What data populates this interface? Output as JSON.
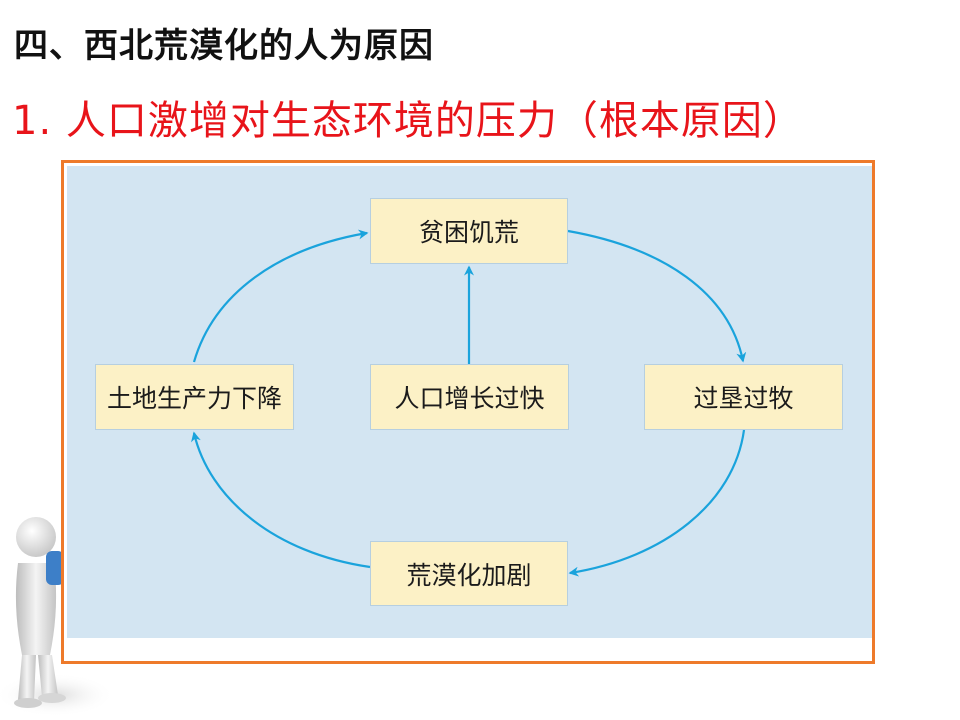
{
  "heading": "四、西北荒漠化的人为原因",
  "subheading": "1. 人口激增对生态环境的压力（根本原因）",
  "diagram": {
    "nodes": {
      "top": "贫困饥荒",
      "left": "土地生产力下降",
      "center": "人口增长过快",
      "right": "过垦过牧",
      "bottom": "荒漠化加剧"
    }
  },
  "colors": {
    "heading": "#111111",
    "subheading": "#e8141a",
    "frame_border": "#ee7a2a",
    "diagram_background": "#d3e5f2",
    "node_fill": "#fcf1c6",
    "arrow": "#1aa3dc"
  },
  "icons": {
    "figurine": "thinking-person-figurine-icon"
  }
}
